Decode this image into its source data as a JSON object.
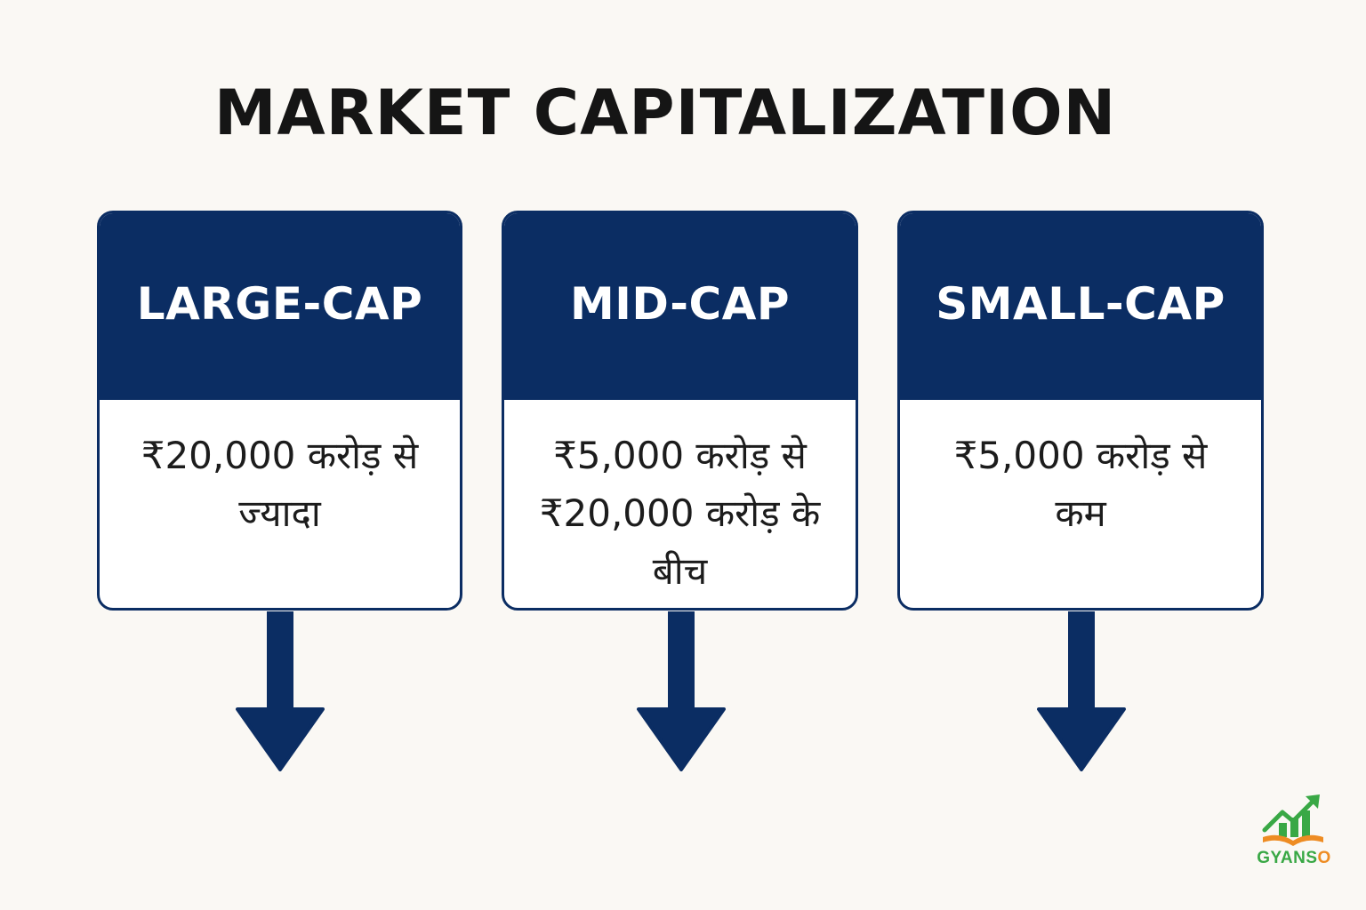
{
  "title": "MARKET CAPITALIZATION",
  "colors": {
    "primary": "#0b2d63",
    "background": "#faf8f4",
    "card_body": "#ffffff",
    "logo_green": "#39a845",
    "logo_orange": "#ee8c23"
  },
  "cards": [
    {
      "heading": "LARGE-CAP",
      "description": "₹20,000 करोड़ से ज्यादा"
    },
    {
      "heading": "MID-CAP",
      "description": "₹5,000 करोड़ से ₹20,000 करोड़ के बीच"
    },
    {
      "heading": "SMALL-CAP",
      "description": "₹5,000 करोड़ से कम"
    }
  ],
  "brand": {
    "name_prefix": "GYANS",
    "name_suffix": "O",
    "icon": "growth-chart-book-icon"
  }
}
